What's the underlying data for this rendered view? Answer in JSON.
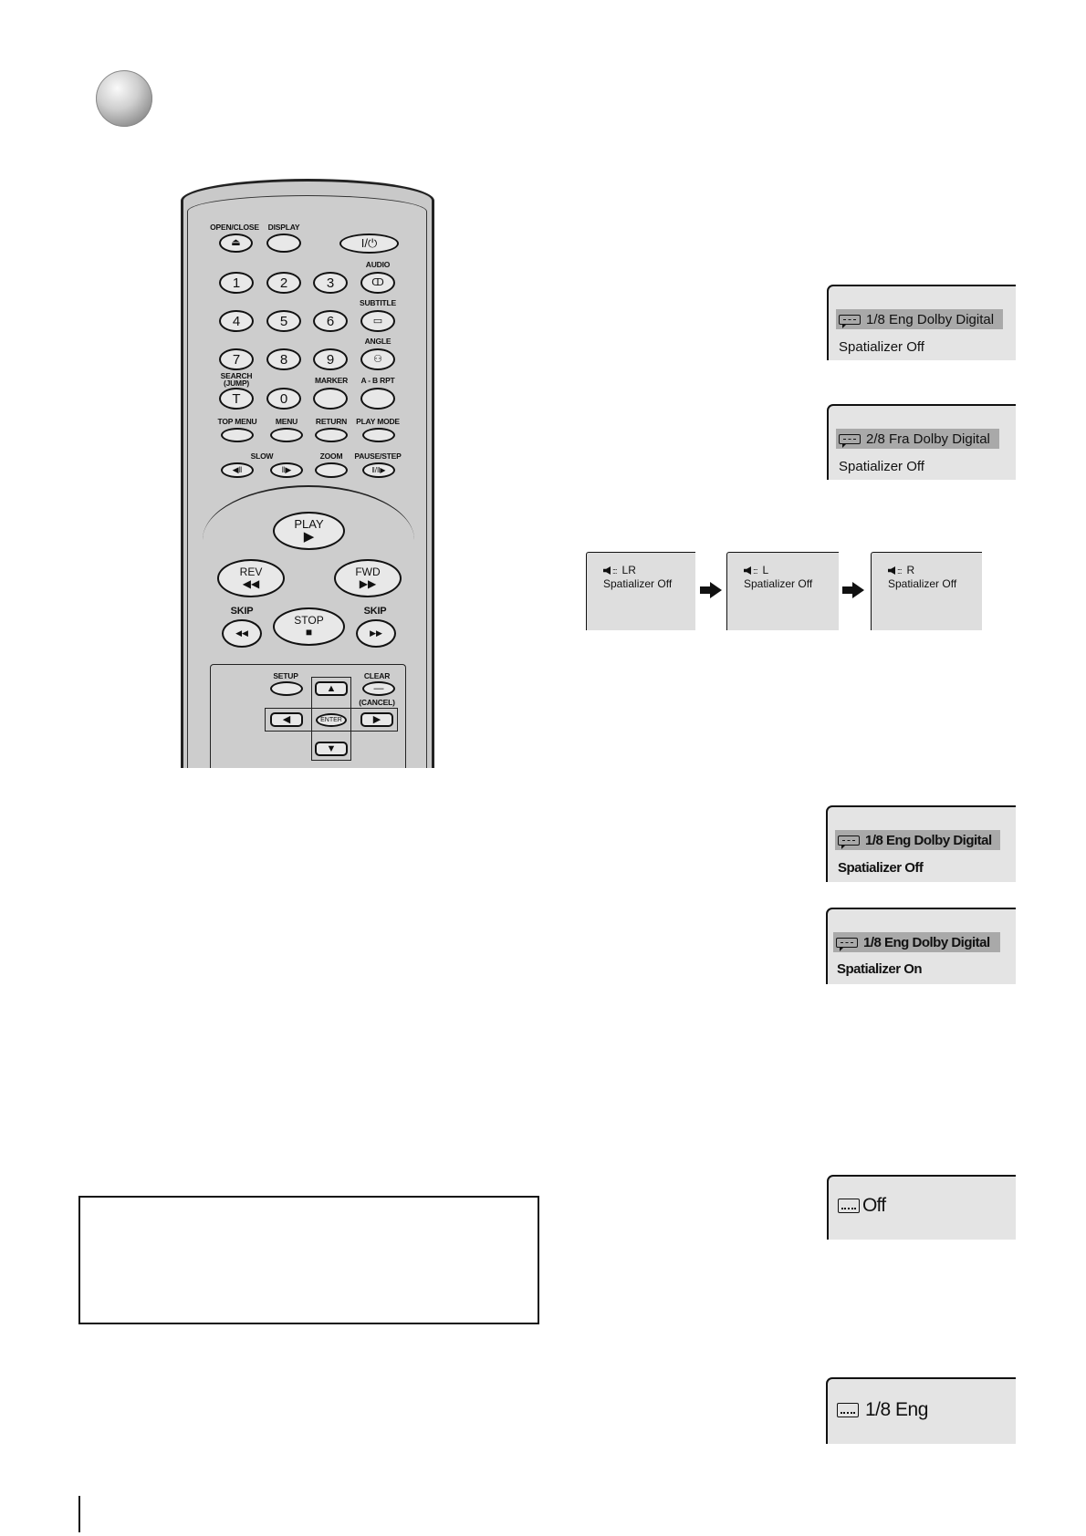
{
  "remote": {
    "labels": {
      "open_close": "OPEN/CLOSE",
      "display": "DISPLAY",
      "audio": "AUDIO",
      "subtitle": "SUBTITLE",
      "angle": "ANGLE",
      "search": "SEARCH",
      "jump": "(JUMP)",
      "marker": "MARKER",
      "ab_rpt": "A - B RPT",
      "top_menu": "TOP MENU",
      "menu": "MENU",
      "return": "RETURN",
      "play_mode": "PLAY MODE",
      "slow": "SLOW",
      "zoom": "ZOOM",
      "pause_step": "PAUSE/STEP",
      "play": "PLAY",
      "rev": "REV",
      "fwd": "FWD",
      "skip_left": "SKIP",
      "skip_right": "SKIP",
      "stop": "STOP",
      "setup": "SETUP",
      "clear": "CLEAR",
      "cancel": "(CANCEL)",
      "enter": "ENTER"
    },
    "keys": {
      "power": "I/⏻",
      "n1": "1",
      "n2": "2",
      "n3": "3",
      "n4": "4",
      "n5": "5",
      "n6": "6",
      "n7": "7",
      "n8": "8",
      "n9": "9",
      "t": "T",
      "n0": "0"
    },
    "glyphs": {
      "eject": "⏏",
      "audio": "ↀ",
      "subtitle": "▭",
      "angle": "⚇",
      "slow_back": "◀‖",
      "slow_fwd": "‖▶",
      "pause": "‖/‖▶",
      "play": "▶",
      "rev": "◀◀",
      "fwd": "▶▶",
      "skip_prev": "◀◀",
      "skip_next": "▶▶",
      "stop": "■",
      "up": "▲",
      "down": "▼",
      "left": "◀",
      "right": "▶",
      "clear": "—"
    }
  },
  "osd": {
    "screen1": {
      "line1": "1/8 Eng Dolby Digital",
      "line2": "Spatializer Off"
    },
    "screen2": {
      "line1": "2/8 Fra Dolby Digital",
      "line2": "Spatializer Off"
    },
    "channels": [
      {
        "channel": "LR",
        "line2": "Spatializer Off"
      },
      {
        "channel": "L",
        "line2": "Spatializer Off"
      },
      {
        "channel": "R",
        "line2": "Spatializer Off"
      }
    ],
    "screen3": {
      "line1": "1/8 Eng Dolby Digital",
      "line2": "Spatializer Off"
    },
    "screen4": {
      "line1": "1/8 Eng Dolby Digital",
      "line2": "Spatializer On"
    },
    "subtitle_off": {
      "text": "Off"
    },
    "subtitle_eng": {
      "text": "1/8 Eng"
    }
  }
}
